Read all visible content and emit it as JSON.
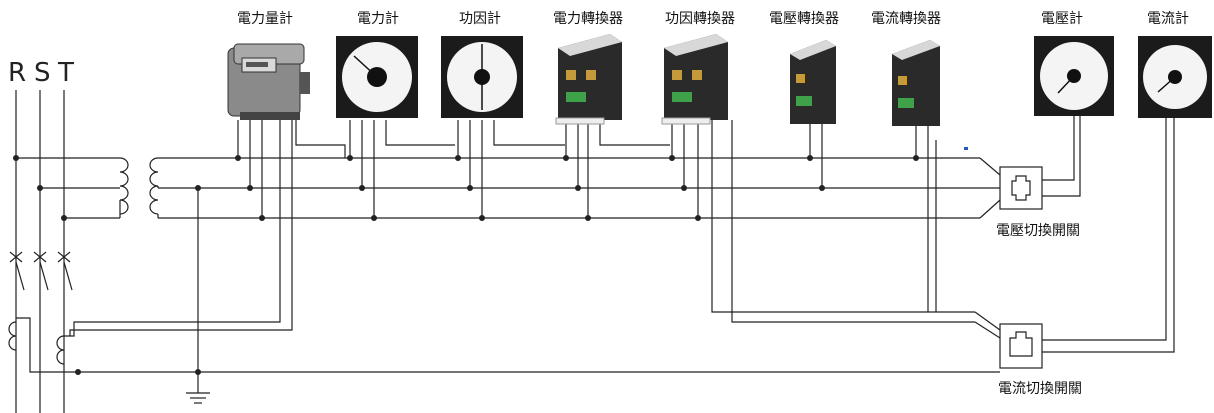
{
  "phases": [
    "R",
    "S",
    "T"
  ],
  "instruments": {
    "watt_hour_meter": "電力量計",
    "wattmeter": "電力計",
    "power_factor_meter": "功因計",
    "power_transducer": "電力轉換器",
    "pf_transducer": "功因轉換器",
    "voltage_transducer": "電壓轉換器",
    "current_transducer": "電流轉換器",
    "voltmeter": "電壓計",
    "ammeter": "電流計"
  },
  "switches": {
    "voltage_switch": "電壓切換開關",
    "current_switch": "電流切換開關"
  }
}
